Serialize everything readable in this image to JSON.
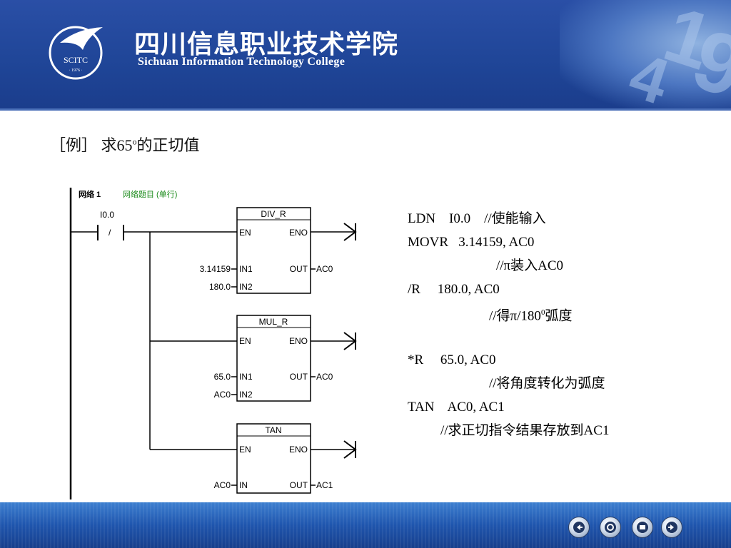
{
  "header": {
    "school_name_cn": "四川信息职业技术学院",
    "school_name_en": "Sichuan Information Technology College",
    "logo_text": "SCITC",
    "logo_year": "· 1976 ·",
    "deco_glyphs": [
      "1",
      "9",
      "4"
    ]
  },
  "example": {
    "prefix": "［例］",
    "text_before": "求65",
    "superscript": "o",
    "text_after": "的正切值"
  },
  "ladder": {
    "network_label": "网络 1",
    "network_comment": "网络题目 (单行)",
    "contact_address": "I0.0",
    "contact_symbol": "/",
    "blocks": [
      {
        "name": "DIV_R",
        "en": "EN",
        "eno": "ENO",
        "in1_label": "IN1",
        "in1_value": "3.14159",
        "in2_label": "IN2",
        "in2_value": "180.0",
        "out_label": "OUT",
        "out_value": "AC0"
      },
      {
        "name": "MUL_R",
        "en": "EN",
        "eno": "ENO",
        "in1_label": "IN1",
        "in1_value": "65.0",
        "in2_label": "IN2",
        "in2_value": "AC0",
        "out_label": "OUT",
        "out_value": "AC0"
      },
      {
        "name": "TAN",
        "en": "EN",
        "eno": "ENO",
        "in1_label": "IN",
        "in1_value": "AC0",
        "out_label": "OUT",
        "out_value": "AC1"
      }
    ]
  },
  "code": {
    "line1": "LDN    I0.0    //使能输入",
    "line2": "MOVR   3.14159, AC0",
    "line3": "//π装入AC0",
    "line4": "/R     180.0, AC0",
    "line5_before": "//得π/180",
    "line5_sup": "0",
    "line5_after": "弧度",
    "line6": "*R     65.0, AC0",
    "line7": "//将角度转化为弧度",
    "line8": "TAN    AC0, AC1",
    "line9": "//求正切指令结果存放到AC1"
  },
  "footer": {
    "nav_buttons": [
      "prev-icon",
      "home-icon",
      "stop-icon",
      "next-icon"
    ]
  }
}
